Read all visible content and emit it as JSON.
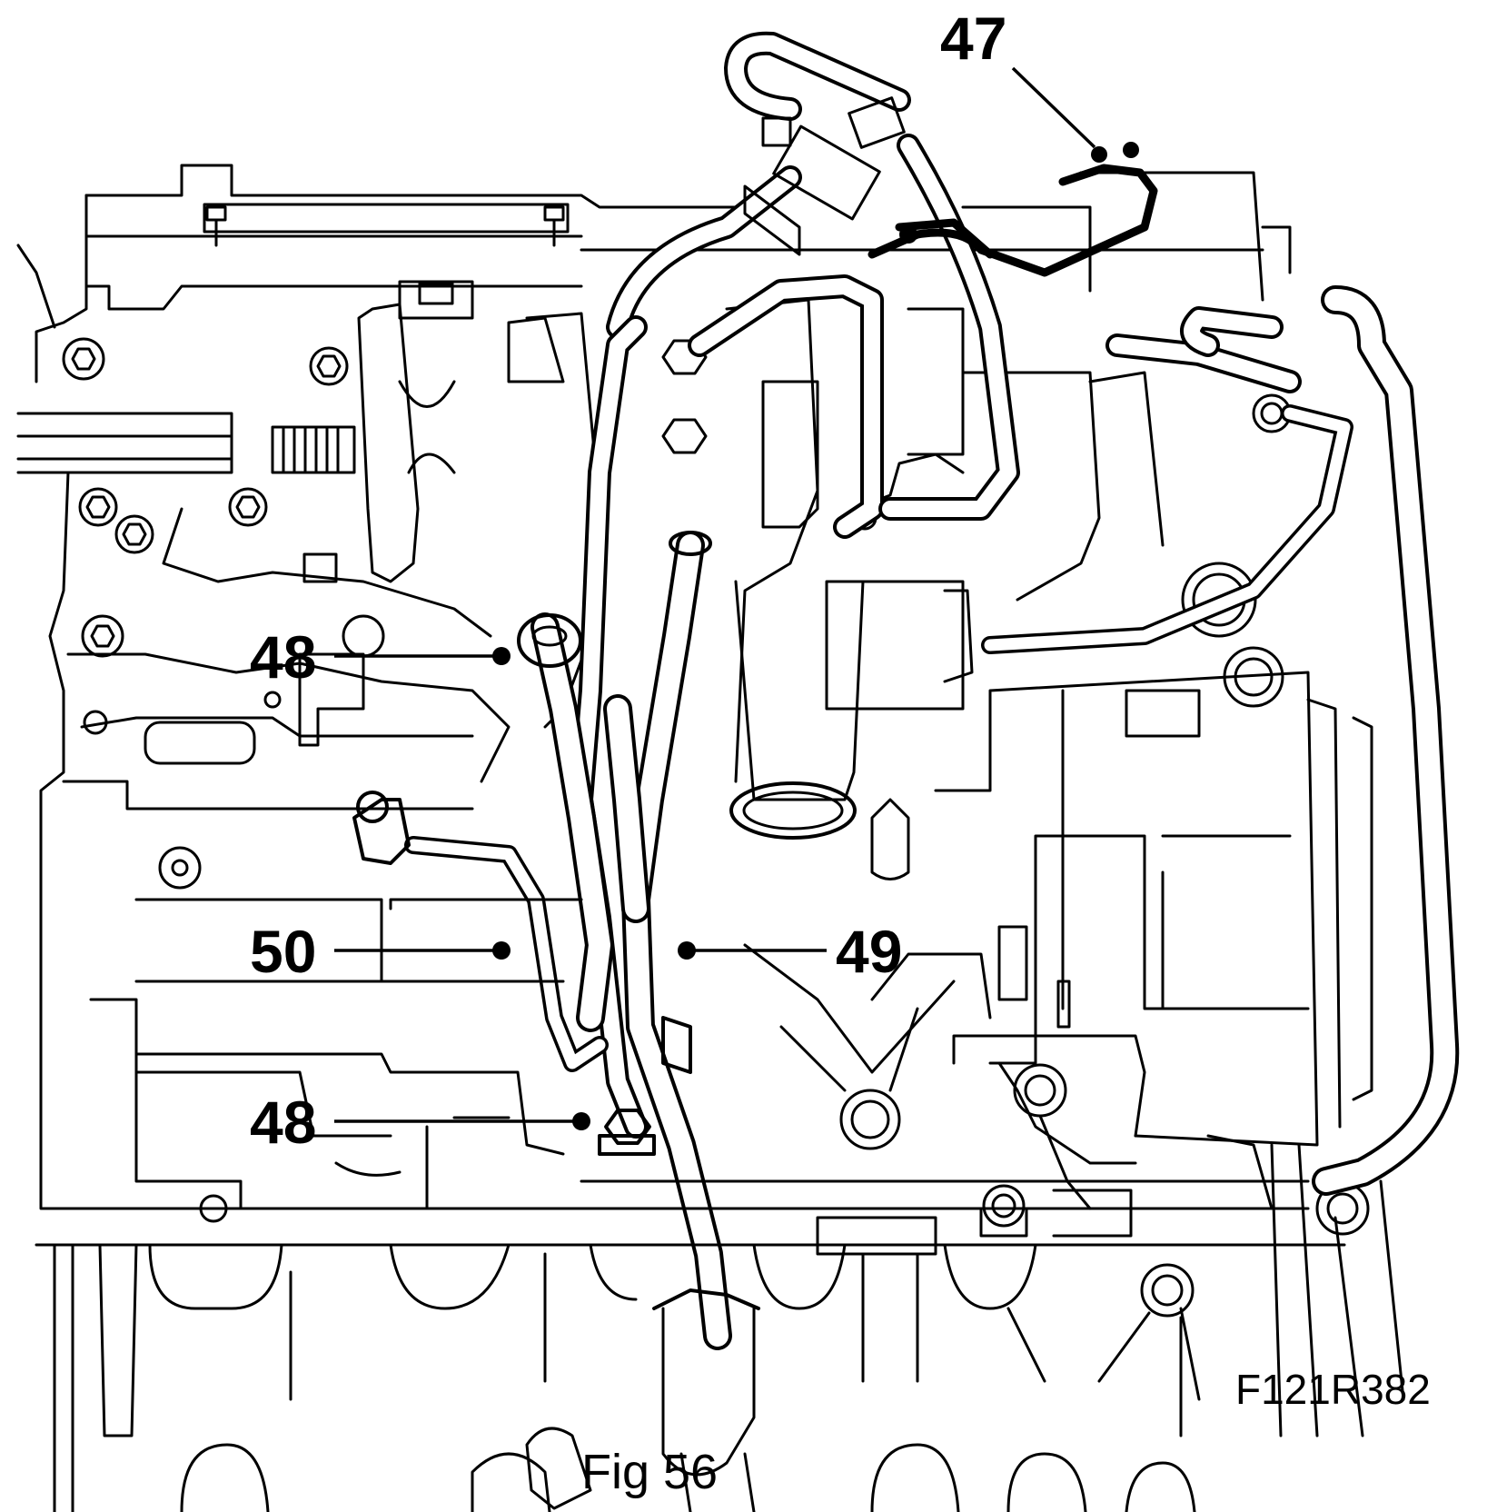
{
  "figure": {
    "caption": "Fig 56",
    "reference_code": "F121R382"
  },
  "callouts": [
    {
      "id": "c47",
      "label": "47"
    },
    {
      "id": "c48a",
      "label": "48"
    },
    {
      "id": "c48b",
      "label": "48"
    },
    {
      "id": "c49",
      "label": "49"
    },
    {
      "id": "c50",
      "label": "50"
    }
  ]
}
